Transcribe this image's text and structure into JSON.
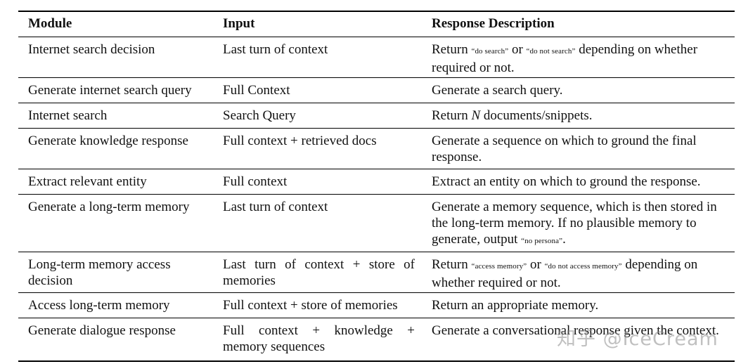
{
  "headers": {
    "module": "Module",
    "input": "Input",
    "response": "Response Description"
  },
  "rows": [
    {
      "module": "Internet search decision",
      "input": "Last turn of context",
      "response": {
        "a": "Return ",
        "b": "“do search”",
        "c": " or ",
        "d": "“do not search”",
        "e": " depending on whether required or not."
      }
    },
    {
      "module": "Generate internet search query",
      "input": "Full Context",
      "response": "Generate a search query."
    },
    {
      "module": "Internet search",
      "input": "Search Query",
      "response": {
        "a": "Return ",
        "n": "N",
        "b": " documents/snippets."
      }
    },
    {
      "module": "Generate knowledge response",
      "input": "Full context + retrieved docs",
      "response": "Generate a sequence on which to ground the final response."
    },
    {
      "module": "Extract relevant entity",
      "input": "Full context",
      "response": "Extract an entity on which to ground the response."
    },
    {
      "module": "Generate a long-term memory",
      "input": "Last turn of context",
      "response": {
        "a": "Generate a memory sequence, which is then stored in the long-term memory. If no plausible memory to generate, output ",
        "b": "“no persona”",
        "c": "."
      }
    },
    {
      "module": "Long-term memory access decision",
      "input": "Last turn of context + store of memories",
      "response": {
        "a": "Return ",
        "b": "“access memory”",
        "c": " or ",
        "d": "“do not access memory”",
        "e": " depending on whether required or not."
      }
    },
    {
      "module": "Access long-term memory",
      "input": "Full context + store of memories",
      "response": "Return an appropriate memory."
    },
    {
      "module": "Generate dialogue response",
      "input": "Full context + knowledge + memory sequences",
      "response": "Generate a conversational response given the context."
    }
  ],
  "watermark": "知乎 @IceCream"
}
